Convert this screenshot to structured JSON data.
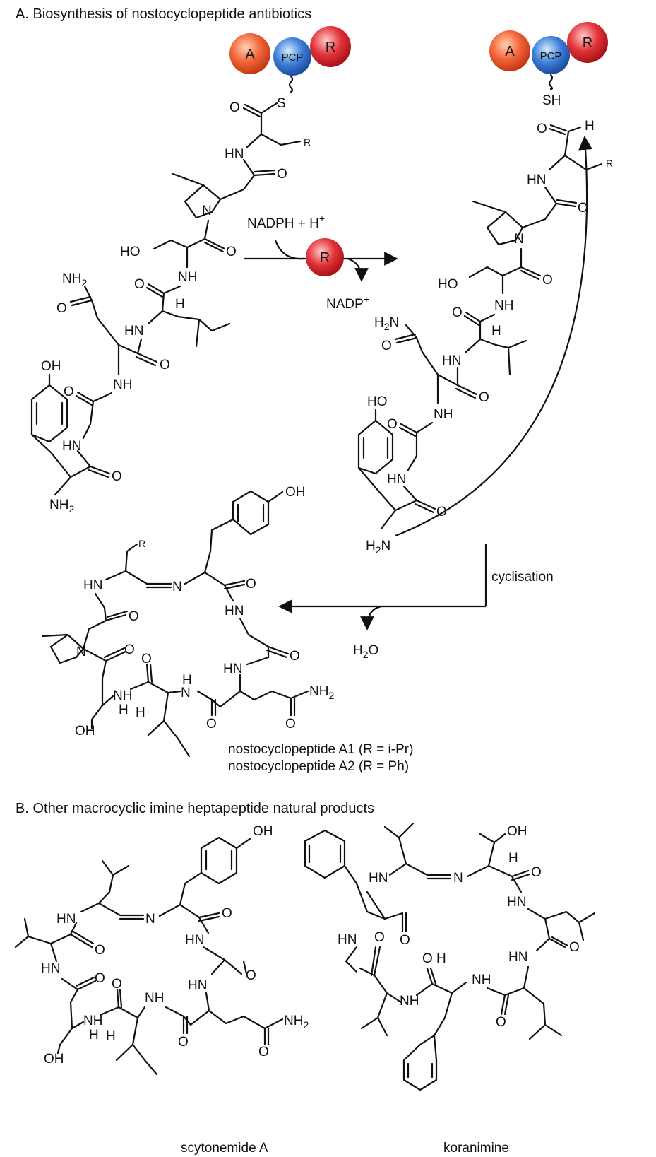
{
  "sections": {
    "a": {
      "letter": "A",
      "title": ". Biosynthesis of nostocyclopeptide antibiotics"
    },
    "b": {
      "letter": "B",
      "title": ". Other macrocyclic imine heptapeptide natural products"
    }
  },
  "domains": {
    "a": "A",
    "pcp": "PCP",
    "r": "R"
  },
  "atoms": {
    "S": "S",
    "SH": "SH",
    "R": "R",
    "O": "O",
    "H": "H",
    "HN": "HN",
    "NH": "NH",
    "N": "N",
    "HO": "HO",
    "OH": "OH",
    "NH2": "NH",
    "NH2_sub": "2",
    "H2N_H": "H",
    "H2N_N": "N",
    "H2N_sub": "2"
  },
  "reaction1": {
    "reagent": "NADPH + H",
    "reagent_sup": "+",
    "enzyme": "R",
    "product": "NADP",
    "product_sup": "+"
  },
  "reaction2": {
    "label": "cyclisation",
    "byproduct_h": "H",
    "byproduct_sub": "2",
    "byproduct_o": "O"
  },
  "captions": {
    "a1": "nostocyclopeptide A1 (R = i-Pr)",
    "a2": "nostocyclopeptide A2 (R = Ph)",
    "scytonemide": "scytonemide A",
    "koranimine": "koranimine"
  },
  "colors": {
    "domain_a": "#f2643a",
    "domain_pcp": "#3f7fd9",
    "domain_r": "#e2343a",
    "ink": "#111111"
  }
}
